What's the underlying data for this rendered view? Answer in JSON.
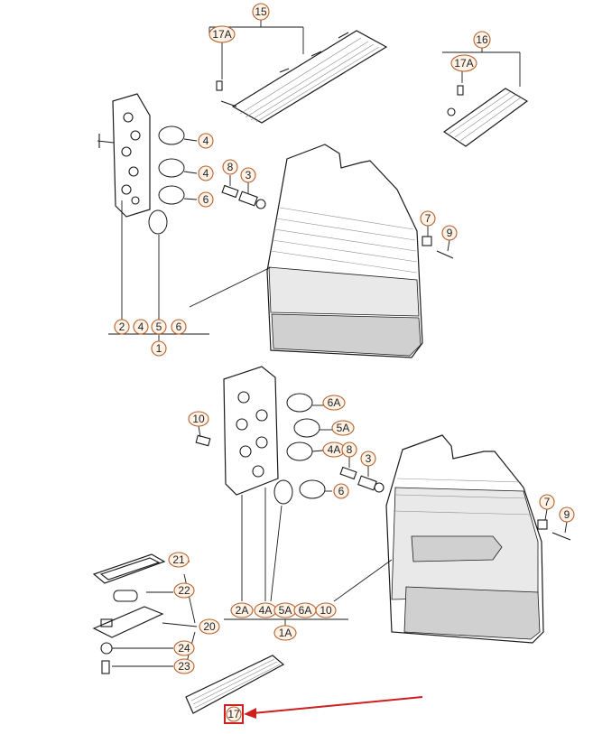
{
  "labels": {
    "l15": "15",
    "l17a_top": "17A",
    "l16": "16",
    "l17a_right": "17A",
    "l4_a": "4",
    "l4_b": "4",
    "l6_top": "6",
    "l8_top": "8",
    "l3_top": "3",
    "l7_top": "7",
    "l9_top": "9",
    "g1_2": "2",
    "g1_4": "4",
    "g1_5": "5",
    "g1_6": "6",
    "g1_1": "1",
    "l10_left": "10",
    "l6a": "6A",
    "l5a": "5A",
    "l4a": "4A",
    "l6_mid": "6",
    "l8_mid": "8",
    "l3_mid": "3",
    "l7_mid": "7",
    "l9_mid": "9",
    "g2_2a": "2A",
    "g2_4a": "4A",
    "g2_5a": "5A",
    "g2_6a": "6A",
    "g2_10": "10",
    "g2_1a": "1A",
    "l21": "21",
    "l22": "22",
    "l20": "20",
    "l24": "24",
    "l23": "23",
    "l17": "17"
  }
}
